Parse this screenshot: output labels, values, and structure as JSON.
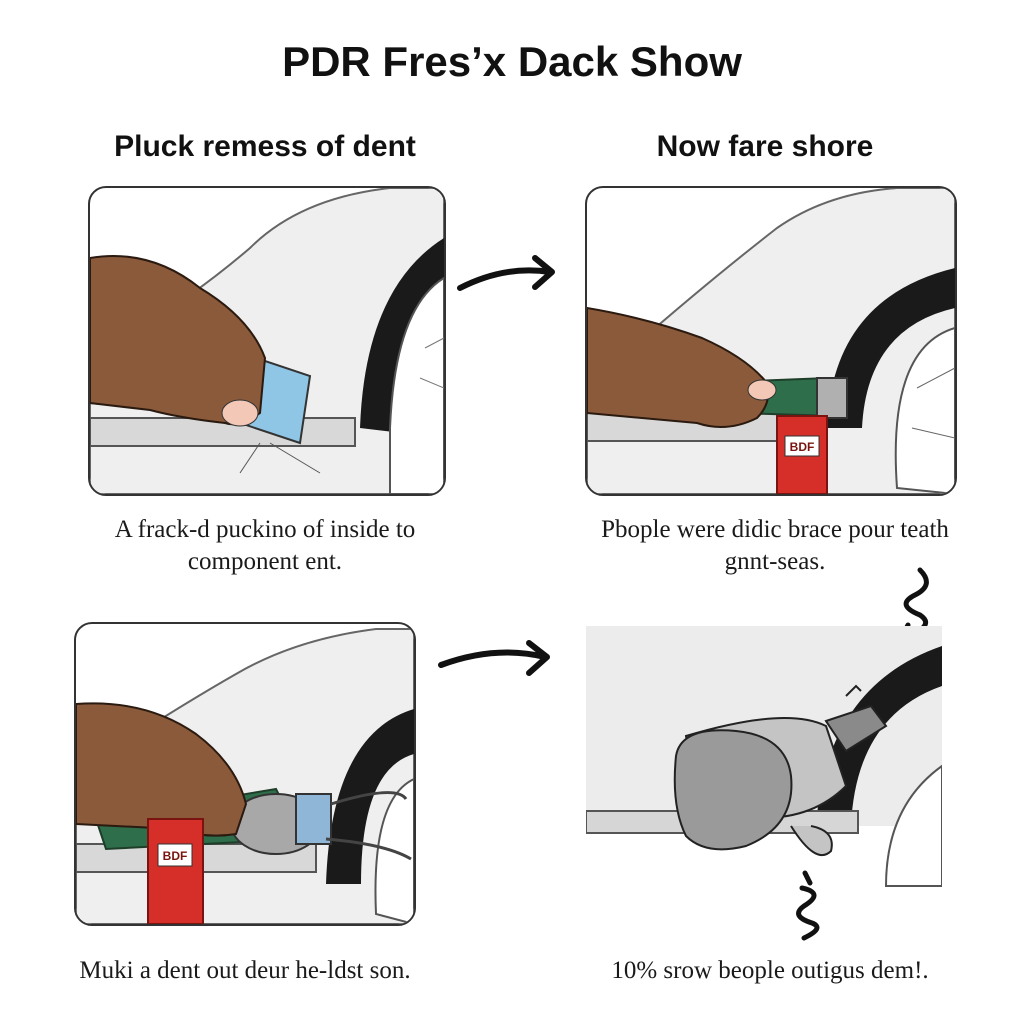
{
  "title": "PDR Fres’x Dack Show",
  "steps": [
    {
      "heading": "Pluck remess of dent",
      "caption_lines": [
        "A frack-d puckino of inside to",
        "component ent."
      ]
    },
    {
      "heading": "Now fare shore",
      "caption_lines": [
        "Pbople were didic brace pour teath",
        "gnnt-seas."
      ]
    },
    {
      "heading": "",
      "caption_lines": [
        "Muki a dent out deur he-ldst son."
      ]
    },
    {
      "heading": "",
      "caption_lines": [
        "10% srow beople outigus dem!."
      ]
    }
  ],
  "tool_label": "BDF",
  "colors": {
    "skin": "#8a5a3a",
    "handle": "#2e6e4a",
    "tool_red": "#d62f2a",
    "metal": "#a8a8a8",
    "car_body": "#efefef",
    "tire": "#1a1a1a"
  }
}
